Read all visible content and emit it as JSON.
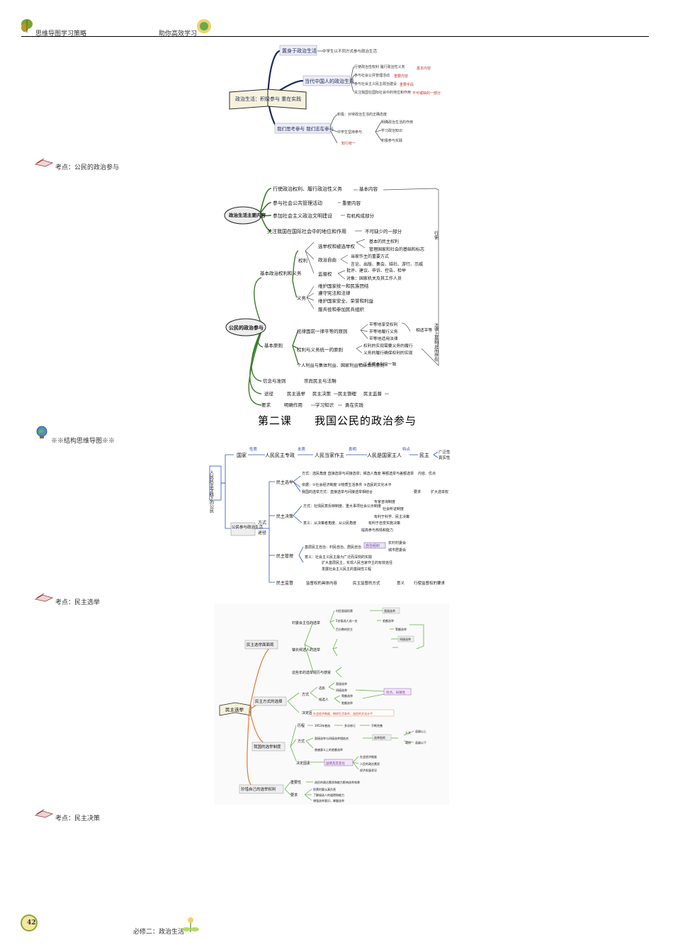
{
  "header": {
    "left": "思维导图学习策略",
    "right": "助你高效学习"
  },
  "map1": {
    "center": "政治生活：积极参与 重在实践",
    "b1": "置身于政治生活",
    "b1_sub": "中学生以不同方式参与政治生活",
    "b2": "当代中国人的政治生活",
    "b2_items": [
      "行使政治性权利 履行政治性义务",
      "参与社会公共管理活动",
      "参与社会主义民主政治建设",
      "关注我国在国际社会中的地位和作用"
    ],
    "b2_tags": [
      "基本内容",
      "重要内容",
      "重要手段",
      "不可或缺的一部分"
    ],
    "b3": "我们思考参与 我们志在参与",
    "b3_items": [
      "积极：对待政治生活的正确态度",
      "中学生坚持参与",
      "知行统一"
    ],
    "b3_sub": [
      "明确政治生活的作用",
      "学习政治知识",
      "积极参与实践"
    ]
  },
  "kaodian1": "考点：公民的政治参与",
  "map2": {
    "top_center": "政治生活主要内容",
    "top_items": [
      "行使政治权利、履行政治性义务",
      "参与社会公共管理活动",
      "参加社会主义政治文明建设",
      "关注我国在国际社会中的地位和作用"
    ],
    "top_tags": [
      "基本内容",
      "重要内容",
      "有机构成部分",
      "不可缺少的一部分"
    ],
    "side_top": "行使",
    "center": "公民的政治参与",
    "rights_title": "基本政治权利和义务",
    "quanli": "权利",
    "rights": [
      "选举权和被选举权",
      "政治自由",
      "监督权"
    ],
    "rights_desc": [
      "基本的民主权利",
      "管理国家和社会的基础和标志",
      "当家作主的重要方式",
      "言论、出版、集会、结社、游行、示威",
      "批评、建议、申诉、控告、检举",
      "对象：国家机关及其工作人员"
    ],
    "yiwu": "义务",
    "duties": [
      "维护国家统一和民族团结",
      "遵守宪法和法律",
      "维护国家安全、荣誉和利益",
      "服兵役和参加民兵组织"
    ],
    "principles_title": "基本原则",
    "principles": [
      "法律面前一律平等的原则",
      "权利与义务统一的原则",
      "个人利益与集体利益、国家利益相结合的原则"
    ],
    "principle_sub": [
      "平等地享受权利",
      "平等地履行义务",
      "平等地适用法律",
      "权利的实现需要义务的履行",
      "义务的履行确保权利的实现",
      "三者根本利益一致"
    ],
    "equal_tag": "相适平等",
    "side_bottom": "法律上是相对而存在",
    "xinnian": "信念与准则",
    "xinnian_v": "崇尚民主与法制",
    "tujing": "途径",
    "tujing_v": [
      "民主选举",
      "民主决策",
      "民主管理",
      "民主监督"
    ],
    "yaoqiu": "要求",
    "yaoqiu_v": [
      "明确作用",
      "学习知识",
      "勇在实践"
    ]
  },
  "lesson_title": "第二课　　我国公民的政治参与",
  "structure_label": "※※结构思维导图※※",
  "map3": {
    "left": "人民民主专政下的公民",
    "top_row": [
      "国家",
      "人民民主专政",
      "人民当家作主",
      "人民是国家主人",
      "民主"
    ],
    "top_labels": [
      "性质",
      "本质",
      "表明",
      "特点"
    ],
    "top_end": [
      "广泛性",
      "真实性"
    ],
    "hub": "公民参与政治生活",
    "hub_labels": [
      "方式",
      "途径"
    ],
    "sections": [
      "民主选举",
      "民主决策",
      "民主管理",
      "民主监督"
    ],
    "xuanju": [
      "方式：选民角度 直接选举与间接选举；候选人角度 等额选举与差额选举",
      "依据：①社会经济制度 ②物质生活条件 ③选民的文化水平",
      "我国的选举方式：直接选举与间接选举相结合"
    ],
    "xuanju_tags": [
      "内容、优点",
      "要求",
      "扩大选举权"
    ],
    "juece": [
      "方式：社情民意反映制度、重大事项社会公示制度",
      "意义：从决策者角度、从公民角度"
    ],
    "juece_tags": [
      "专家咨询制度",
      "社会听证制度",
      "有利于科学、民主决策",
      "有利于自觉实施决策",
      "提高参与热情和能力"
    ],
    "guanli": [
      "基层民主自治：村民自治、居民自治",
      "意义：社会主义民主最为广泛而深刻的实践",
      "扩大基层民主，实现人民当家作主的有效途径",
      "发展社会主义民主的基础性工程"
    ],
    "guanli_tags": [
      "自治组织",
      "农村村委会",
      "城市居委会"
    ],
    "jiandu": [
      "监督权的具体内容",
      "民主监督的方式",
      "意义",
      "行使监督权的要求"
    ]
  },
  "kaodian2": "考点：民主选举",
  "map4": {
    "center": "民主选举",
    "b1": "民主选举面面观",
    "b1_items": [
      "村委会主任的选举",
      "镇长候选人的选举",
      "这些年的选举经历与感受"
    ],
    "b1_leaf": [
      "村民直接投票",
      "5名候选人选一名",
      "百分数的民主",
      "直接选举",
      "差额选举",
      "等额选举",
      "间接选举"
    ],
    "b2": "民主方式的选择",
    "b2_items": [
      "方式",
      "决定因素"
    ],
    "b2_leaf": [
      "选民",
      "候选人",
      "直接选举",
      "间接选举",
      "等额选举",
      "差额选举",
      "优点、局限性",
      "社会经济制度、物质生活条件、选民的文化水平"
    ],
    "b3": "我国的选举制度",
    "b3_items": [
      "历程",
      "方式",
      "决定因素"
    ],
    "b3_leaf": [
      "1953年普选",
      "多次修订",
      "不断完善",
      "直接选举与间接选举相结合",
      "选举权的",
      "人大",
      "县级以上",
      "政府",
      "县级以下",
      "普遍意义上的差额选举",
      "国情及其变化",
      "社会经济制度",
      "人民的政治素质",
      "经济发展状况"
    ],
    "b4": "珍惜自己的选举权利",
    "b4_items": [
      "重要性",
      "要求"
    ],
    "b4_leaf": [
      "选民的政治素质和能力影响选举效果",
      "投票时要认真负责",
      "了解候选人的道德和能力",
      "增强选举意识，掌握选举"
    ]
  },
  "kaodian3": "考点：民主决策",
  "footer": {
    "page": "42",
    "text": "必修二：政治生活"
  },
  "colors": {
    "accent_red": "#c0392b",
    "branch_green": "#3a7d2c",
    "branch_purple": "#7b3fa0",
    "link_blue": "#2a52be"
  }
}
